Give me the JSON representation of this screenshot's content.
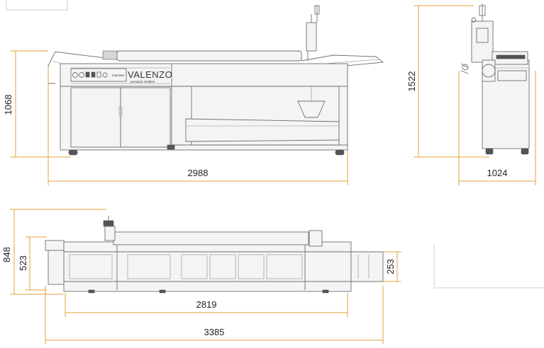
{
  "brand": {
    "name": "VALENZO",
    "tagline": "prestami ricettine",
    "small_tag": "machine"
  },
  "dimensions": {
    "front_height": "1068",
    "front_width": "2988",
    "side_height": "1522",
    "side_width": "1024",
    "top_depth": "848",
    "top_belt_depth": "523",
    "top_belt_length": "2819",
    "top_total_length": "3385",
    "top_outfeed_depth": "253"
  },
  "colors": {
    "dimension_line": "#e6a13a",
    "outline": "#6e6e6e",
    "dimension_text": "#222222"
  }
}
